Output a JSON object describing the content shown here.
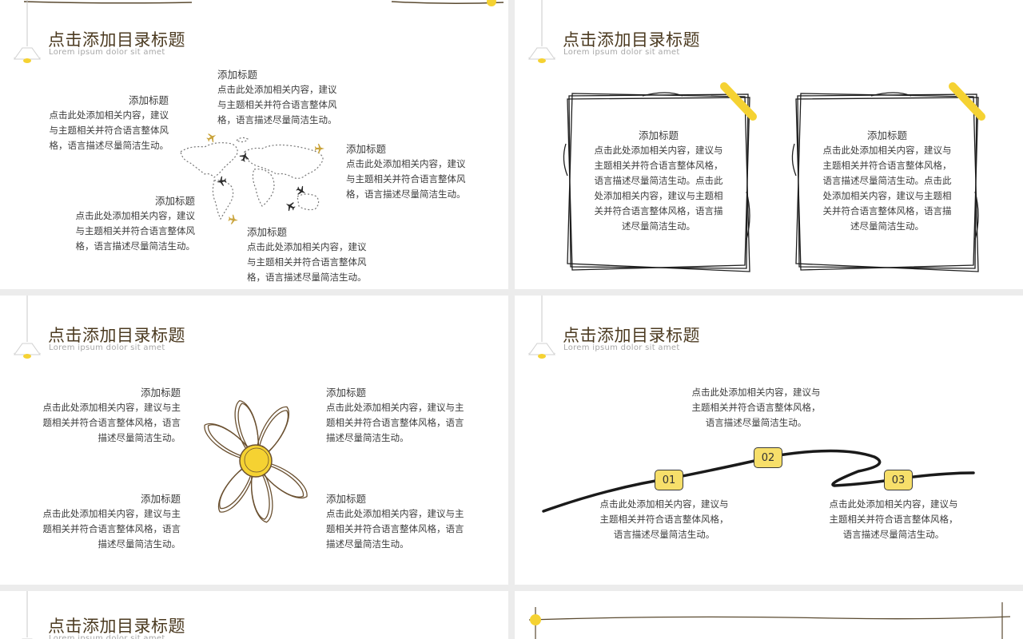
{
  "slide_title": "点击添加目录标题",
  "slide_subtitle": "Lorem ipsum dolor sit amet",
  "slide1": {
    "blocks": [
      {
        "heading": "添加标题",
        "lines": [
          "点击此处添加相关内容，建议",
          "与主题相关并符合语言整体风",
          "格，语言描述尽量简洁生动。"
        ]
      },
      {
        "heading": "添加标题",
        "lines": [
          "点击此处添加相关内容，建议",
          "与主题相关并符合语言整体风",
          "格，语言描述尽量简洁生动。"
        ]
      },
      {
        "heading": "添加标题",
        "lines": [
          "点击此处添加相关内容，建议",
          "与主题相关并符合语言整体风",
          "格，语言描述尽量简洁生动。"
        ]
      },
      {
        "heading": "添加标题",
        "lines": [
          "点击此处添加相关内容，建议",
          "与主题相关并符合语言整体风",
          "格，语言描述尽量简洁生动。"
        ]
      },
      {
        "heading": "添加标题",
        "lines": [
          "点击此处添加相关内容，建议",
          "与主题相关并符合语言整体风",
          "格，语言描述尽量简洁生动。"
        ]
      }
    ]
  },
  "slide2": {
    "cards": [
      {
        "heading": "添加标题",
        "lines": [
          "点击此处添加相关内容，建议与",
          "主题相关并符合语言整体风格，",
          "语言描述尽量简洁生动。点击此",
          "处添加相关内容，建议与主题相",
          "关并符合语言整体风格，语言描",
          "述尽量简洁生动。"
        ]
      },
      {
        "heading": "添加标题",
        "lines": [
          "点击此处添加相关内容，建议与",
          "主题相关并符合语言整体风格，",
          "语言描述尽量简洁生动。点击此",
          "处添加相关内容，建议与主题相",
          "关并符合语言整体风格，语言描",
          "述尽量简洁生动。"
        ]
      }
    ]
  },
  "slide3": {
    "blocks": [
      {
        "heading": "添加标题",
        "lines": [
          "点击此处添加相关内容，建议与主",
          "题相关并符合语言整体风格，语言",
          "描述尽量简洁生动。"
        ]
      },
      {
        "heading": "添加标题",
        "lines": [
          "点击此处添加相关内容，建议与主",
          "题相关并符合语言整体风格，语言",
          "描述尽量简洁生动。"
        ]
      },
      {
        "heading": "添加标题",
        "lines": [
          "点击此处添加相关内容，建议与主",
          "题相关并符合语言整体风格，语言",
          "描述尽量简洁生动。"
        ]
      },
      {
        "heading": "添加标题",
        "lines": [
          "点击此处添加相关内容，建议与主",
          "题相关并符合语言整体风格，语言",
          "描述尽量简洁生动。"
        ]
      }
    ]
  },
  "slide4": {
    "badges": [
      "01",
      "02",
      "03"
    ],
    "texts": [
      {
        "lines": [
          "点击此处添加相关内容，建议与",
          "主题相关并符合语言整体风格，",
          "语言描述尽量简洁生动。"
        ]
      },
      {
        "lines": [
          "点击此处添加相关内容，建议与",
          "主题相关并符合语言整体风格，",
          "语言描述尽量简洁生动。"
        ]
      },
      {
        "lines": [
          "点击此处添加相关内容，建议与",
          "主题相关并符合语言整体风格，",
          "语言描述尽量简洁生动。"
        ]
      }
    ]
  },
  "colors": {
    "accent": "#f5d232",
    "title": "#4b3a20",
    "subtitle": "#a8a8a8",
    "badge": "#f7df6a",
    "flower": "#6a5030"
  },
  "icons": [
    "lamp-icon",
    "world-map-icon",
    "airplane-icon",
    "flower-icon",
    "sketch-frame-icon",
    "tape-icon"
  ]
}
